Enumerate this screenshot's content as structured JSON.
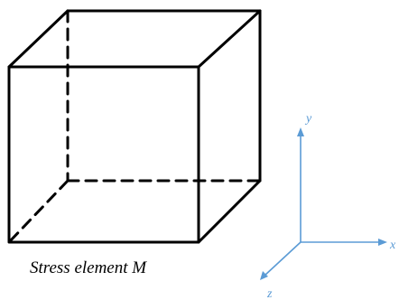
{
  "caption": "Stress element M",
  "axes": {
    "x_label": "x",
    "y_label": "y",
    "z_label": "z",
    "color": "#5b9bd5"
  },
  "cube": {
    "edge_color": "#000000",
    "hidden_edge_style": "dashed"
  }
}
